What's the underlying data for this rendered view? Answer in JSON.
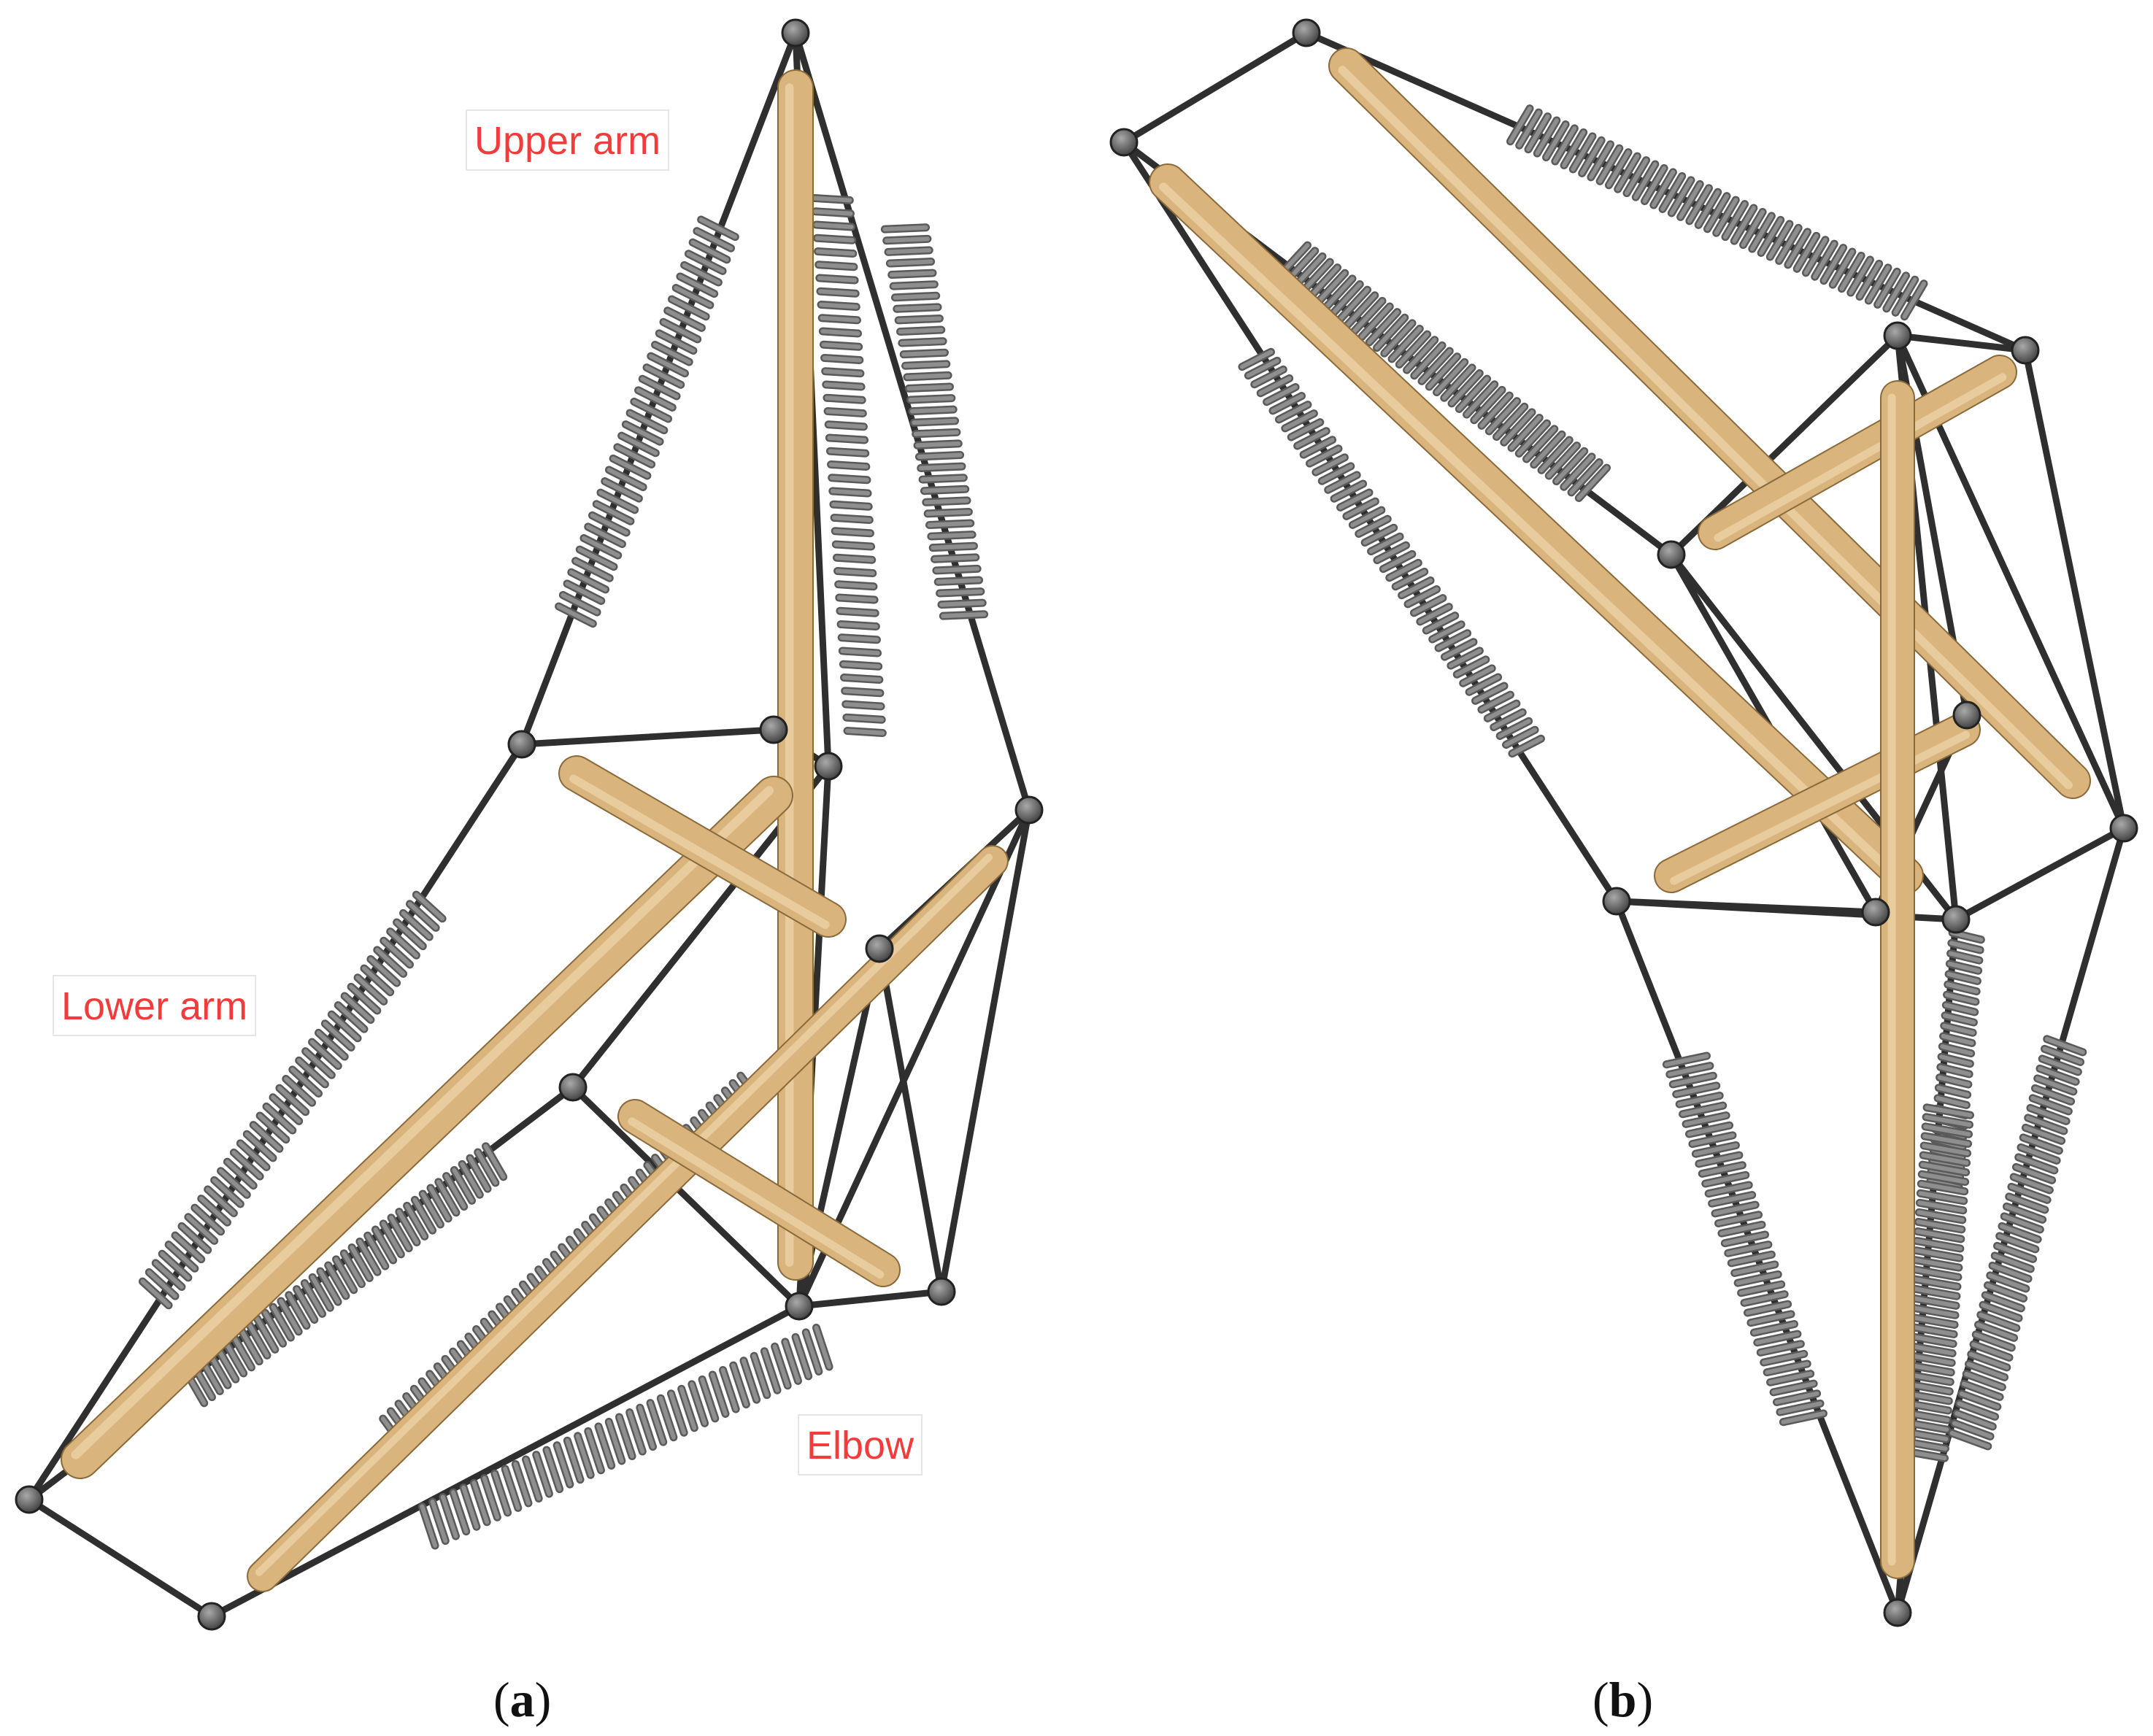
{
  "panels": [
    {
      "id": "a",
      "caption": {
        "open": "(",
        "letter": "a",
        "close": ")"
      },
      "labels": {
        "upper_arm": "Upper arm",
        "lower_arm": "Lower arm",
        "elbow": "Elbow"
      }
    },
    {
      "id": "b",
      "caption": {
        "open": "(",
        "letter": "b",
        "close": ")"
      }
    }
  ],
  "colors": {
    "strut_fill": "#d9b47c",
    "strut_edge": "#8a6a3a",
    "cable": "#2f2f2f",
    "spring": "#8e8e8e",
    "spring_dark": "#5a5a5a",
    "cap": "#6f6f6f",
    "label_text": "#f23c3c"
  }
}
